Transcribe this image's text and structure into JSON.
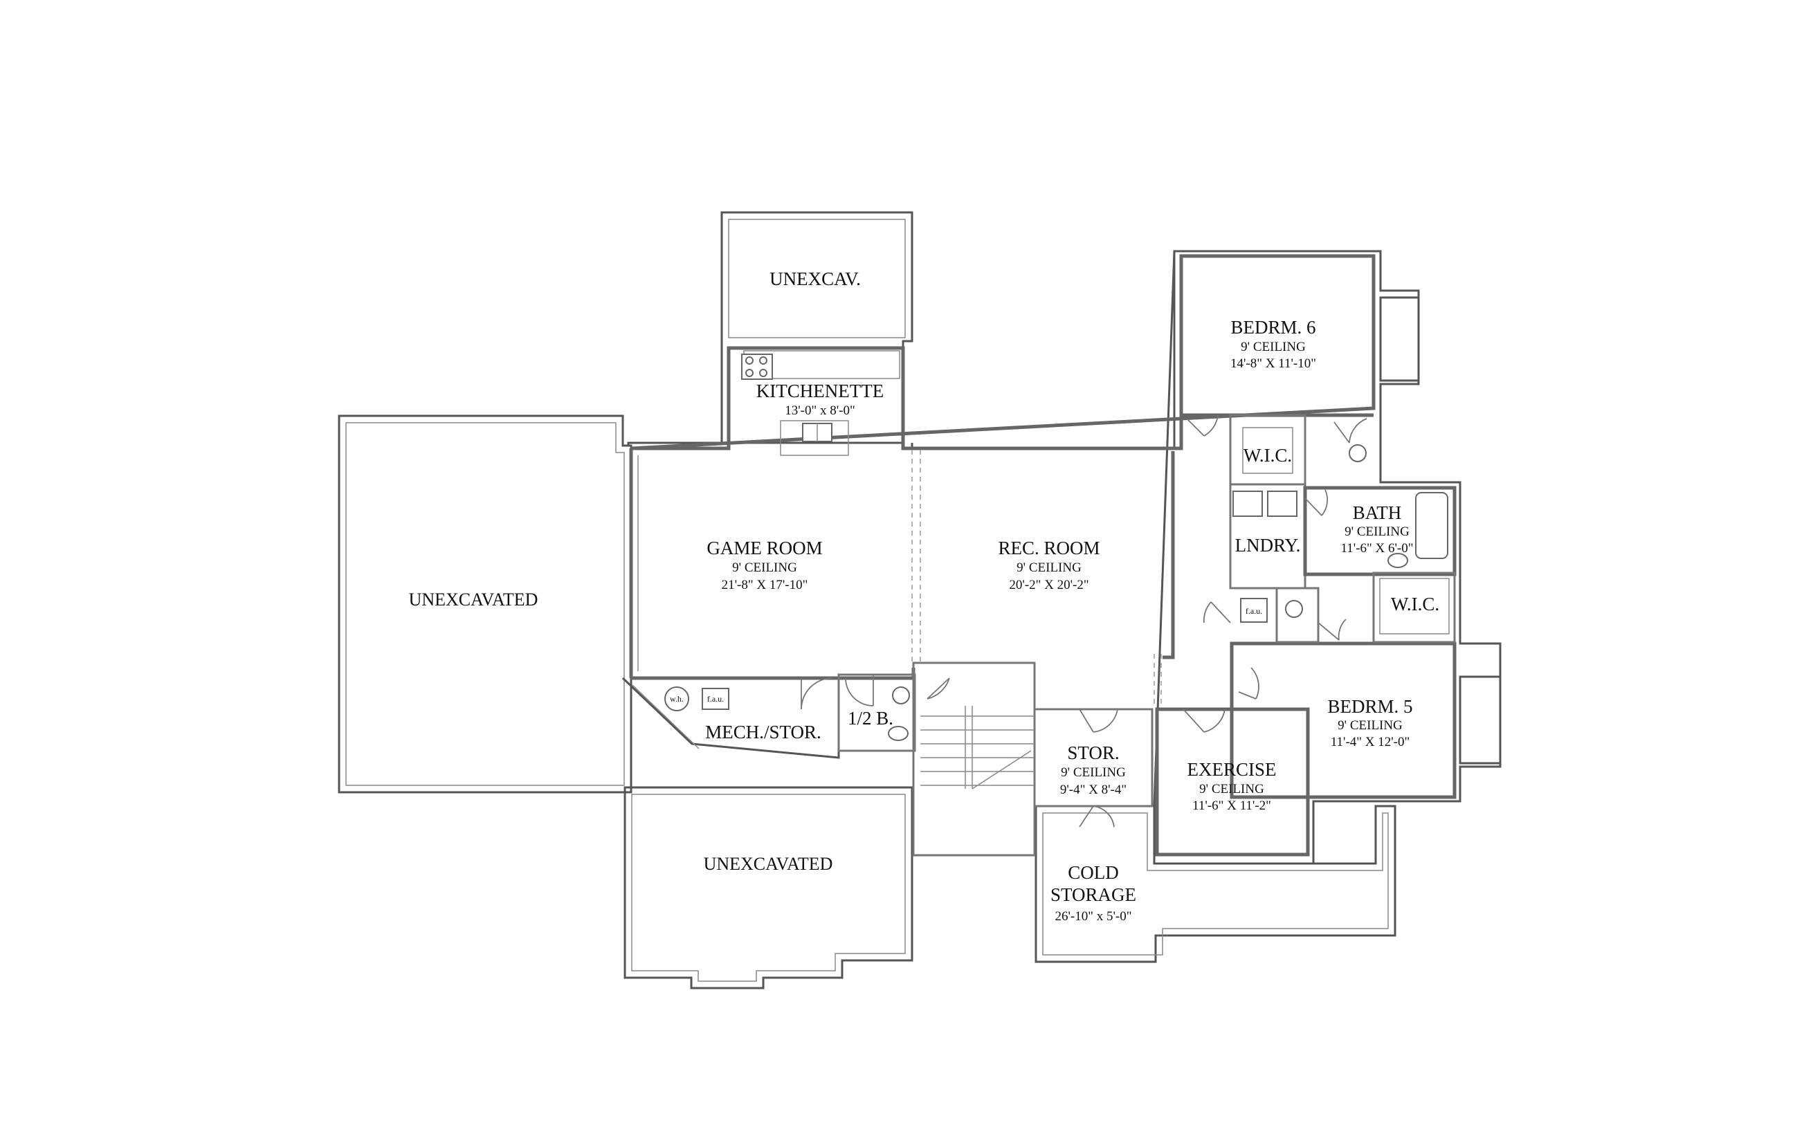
{
  "rooms": {
    "unexcav_top": {
      "name": "UNEXCAV."
    },
    "kitchenette": {
      "name": "KITCHENETTE",
      "dims": "13'-0\" x 8'-0\""
    },
    "game_room": {
      "name": "GAME ROOM",
      "ceiling": "9' CEILING",
      "dims": "21'-8\" X 17'-10\""
    },
    "rec_room": {
      "name": "REC. ROOM",
      "ceiling": "9' CEILING",
      "dims": "20'-2\" X 20'-2\""
    },
    "unexcavated_left": {
      "name": "UNEXCAVATED"
    },
    "unexcavated_bottom": {
      "name": "UNEXCAVATED"
    },
    "mech_stor": {
      "name": "MECH./STOR.",
      "wh": "w.h.",
      "fau": "f.a.u."
    },
    "half_bath": {
      "name": "1/2 B."
    },
    "bedrm6": {
      "name": "BEDRM. 6",
      "ceiling": "9' CEILING",
      "dims": "14'-8\" X 11'-10\""
    },
    "wic_top": {
      "name": "W.I.C."
    },
    "lndry": {
      "name": "LNDRY."
    },
    "lndry_fau": {
      "name": "f.a.u."
    },
    "bath": {
      "name": "BATH",
      "ceiling": "9' CEILING",
      "dims": "11'-6\" X 6'-0\""
    },
    "wic_bottom": {
      "name": "W.I.C."
    },
    "bedrm5": {
      "name": "BEDRM. 5",
      "ceiling": "9' CEILING",
      "dims": "11'-4\" X 12'-0\""
    },
    "stor": {
      "name": "STOR.",
      "ceiling": "9' CEILING",
      "dims": "9'-4\" X 8'-4\""
    },
    "exercise": {
      "name": "EXERCISE",
      "ceiling": "9' CEILING",
      "dims": "11'-6\" X 11'-2\""
    },
    "cold_storage": {
      "name_line1": "COLD",
      "name_line2": "STORAGE",
      "dims": "26'-10\" x 5'-0\""
    }
  }
}
